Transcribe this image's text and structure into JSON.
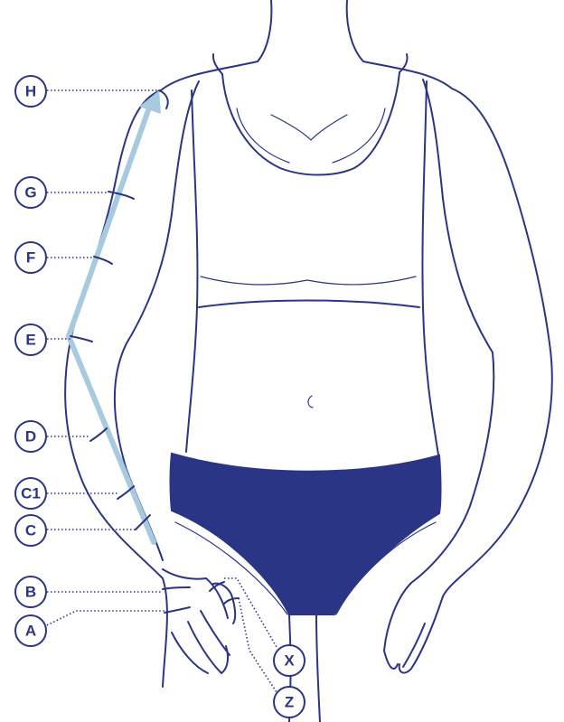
{
  "colors": {
    "outline": "#2b3585",
    "garment_fill": "#2b3585",
    "arrow": "#a7cadf",
    "badge_text": "#2b3585",
    "badge_border": "#2b3585",
    "leader": "#2b3585"
  },
  "markers": [
    {
      "id": "H",
      "label": "H"
    },
    {
      "id": "G",
      "label": "G"
    },
    {
      "id": "F",
      "label": "F"
    },
    {
      "id": "E",
      "label": "E"
    },
    {
      "id": "D",
      "label": "D"
    },
    {
      "id": "C1",
      "label": "C1"
    },
    {
      "id": "C",
      "label": "C"
    },
    {
      "id": "B",
      "label": "B"
    },
    {
      "id": "A",
      "label": "A"
    },
    {
      "id": "X",
      "label": "X"
    },
    {
      "id": "Z",
      "label": "Z"
    }
  ]
}
